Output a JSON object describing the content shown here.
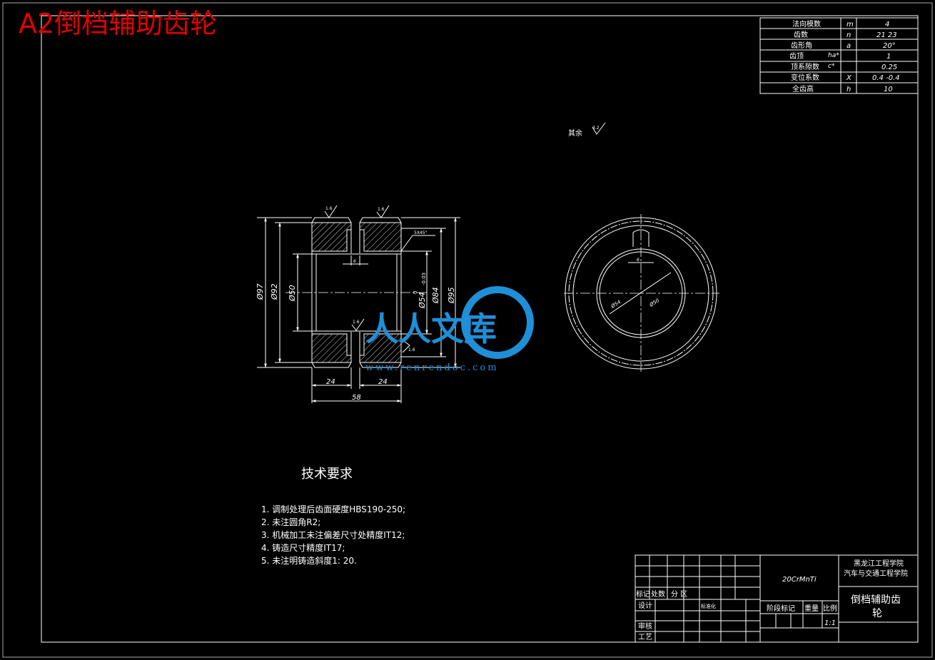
{
  "drawing": {
    "title_banner": "A2倒档辅助齿轮"
  },
  "gear_params": {
    "rows": [
      {
        "name": "法向模数",
        "symbol": "m",
        "value": "4"
      },
      {
        "name": "齿数",
        "symbol": "n",
        "value": "21   23"
      },
      {
        "name": "齿形角",
        "symbol": "a",
        "value": "20°"
      },
      {
        "name": "齿顶",
        "symbol": "ha*",
        "value": "1"
      },
      {
        "name": "顶系隙数",
        "symbol": "c*",
        "value": "0.25"
      },
      {
        "name": "变位系数",
        "symbol": "X",
        "value": "0.4   -0.4"
      },
      {
        "name": "全齿高",
        "symbol": "h",
        "value": "10"
      }
    ]
  },
  "roughness_note": {
    "text": "其余",
    "value": "3.2"
  },
  "section_view": {
    "dims": {
      "d97": "Ø97",
      "d92": "Ø92",
      "d50": "Ø50",
      "d54": "Ø54",
      "d54_tol_upper": "0",
      "d54_tol_lower": "-0.03",
      "d84": "Ø84",
      "d95": "Ø95",
      "w24_left": "24",
      "w24_right": "24",
      "w58": "58",
      "slot6": "6",
      "chamfer": "5X45°"
    },
    "roughness": {
      "top_left": "1.6",
      "top_right": "1.6",
      "bottom": "1.6",
      "side": "1.6"
    }
  },
  "end_view": {
    "dims": {
      "slot": "6",
      "d54": "Ø54",
      "d50": "Ø50"
    }
  },
  "tech_req": {
    "title": "技术要求",
    "items": [
      "1. 调制处理后齿面硬度HBS190-250;",
      "2. 未注圆角R2;",
      "3. 机械加工未注偏差尺寸处精度IT12;",
      "4. 铸造尺寸精度IT17;",
      "5. 未注明铸造斜度1: 20."
    ]
  },
  "title_block": {
    "material": "20CrMnTi",
    "school_line1": "黑龙江工程学院",
    "school_line2": "汽车与交通工程学院",
    "part_name_line1": "倒档辅助齿",
    "part_name_line2": "轮",
    "labels": {
      "mark": "标记",
      "count": "处数",
      "zone": "分 区",
      "design": "设计",
      "std": "标准化",
      "review": "审核",
      "process": "工艺",
      "stage": "阶段标记",
      "weight": "重量",
      "scale": "比例"
    },
    "scale_value": "1:1"
  },
  "watermark": {
    "text": "人人文库",
    "url": "www.renrendoc.com"
  }
}
